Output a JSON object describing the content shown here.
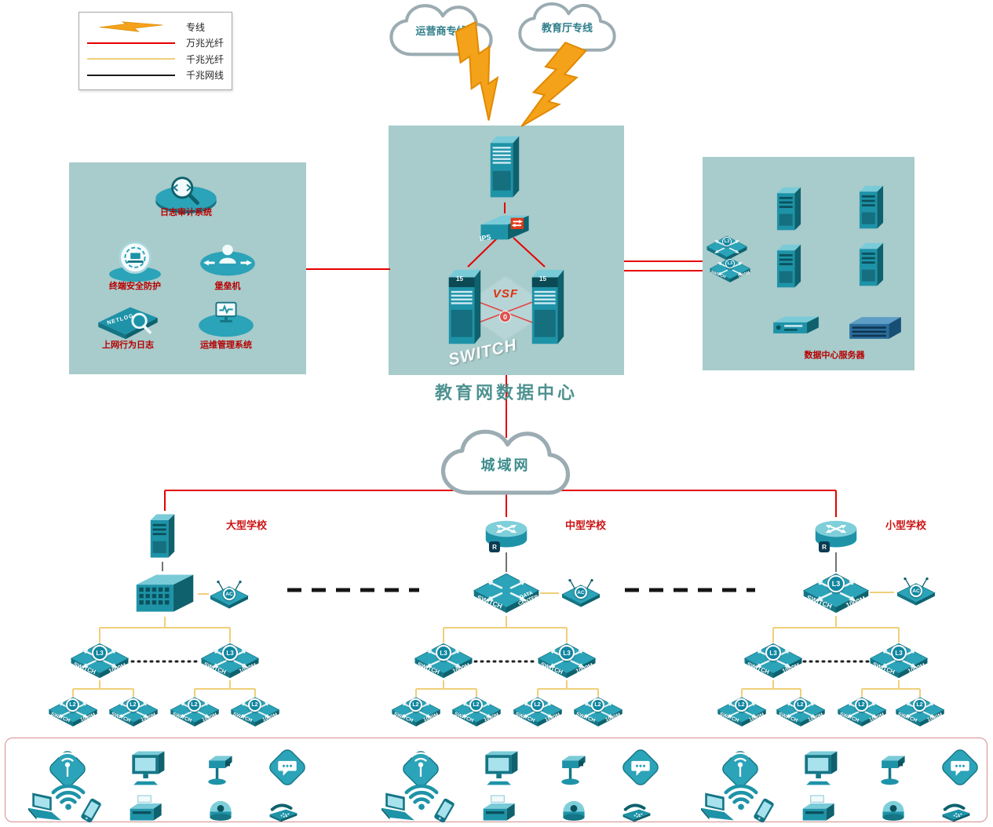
{
  "legend": {
    "items": [
      {
        "label": "专线",
        "style": "lightning",
        "color": "#F5A21B"
      },
      {
        "label": "万兆光纤",
        "style": "solid",
        "color": "#E60000"
      },
      {
        "label": "千兆光纤",
        "style": "solid",
        "color": "#F0CF7A"
      },
      {
        "label": "千兆网线",
        "style": "solid",
        "color": "#1A1A1A"
      }
    ]
  },
  "clouds": {
    "carrier": {
      "label": "运营商专线"
    },
    "education": {
      "label": "教育厅专线"
    },
    "man": {
      "label": "城域网"
    }
  },
  "datacenter": {
    "title": "教育网数据中心",
    "vsf": "VSF",
    "zero": "0",
    "ips": "IPS",
    "big_switch": "SWITCH",
    "core_badge": "15",
    "servers_label": "数据中心服务器"
  },
  "security_panel": {
    "items": [
      {
        "label": "日志审计系统"
      },
      {
        "label": "终端安全防护"
      },
      {
        "label": "堡垒机"
      },
      {
        "label": "上网行为日志"
      },
      {
        "label": "运维管理系统"
      }
    ],
    "netlog_text": "NETLOG"
  },
  "schools": [
    {
      "name": "大型学校"
    },
    {
      "name": "中型学校"
    },
    {
      "name": "小型学校"
    }
  ],
  "labels": {
    "switch": "SWITCH",
    "m1000": "1000M",
    "l3": "L3",
    "l2": "L2",
    "ac": "AC",
    "r": "R",
    "data_center": "DATA CENTER"
  },
  "endpoint_devices": [
    "wireless-ap",
    "wifi-signal",
    "laptop",
    "smartphone",
    "monitor",
    "printer",
    "ptz-camera",
    "dome-camera",
    "message-terminal",
    "telephone"
  ],
  "colors": {
    "panel": "#A8CBCB",
    "device_teal": "#1E93A8",
    "red_line": "#E60000",
    "yellow_line": "#F0CF7A",
    "black_line": "#1A1A1A"
  }
}
